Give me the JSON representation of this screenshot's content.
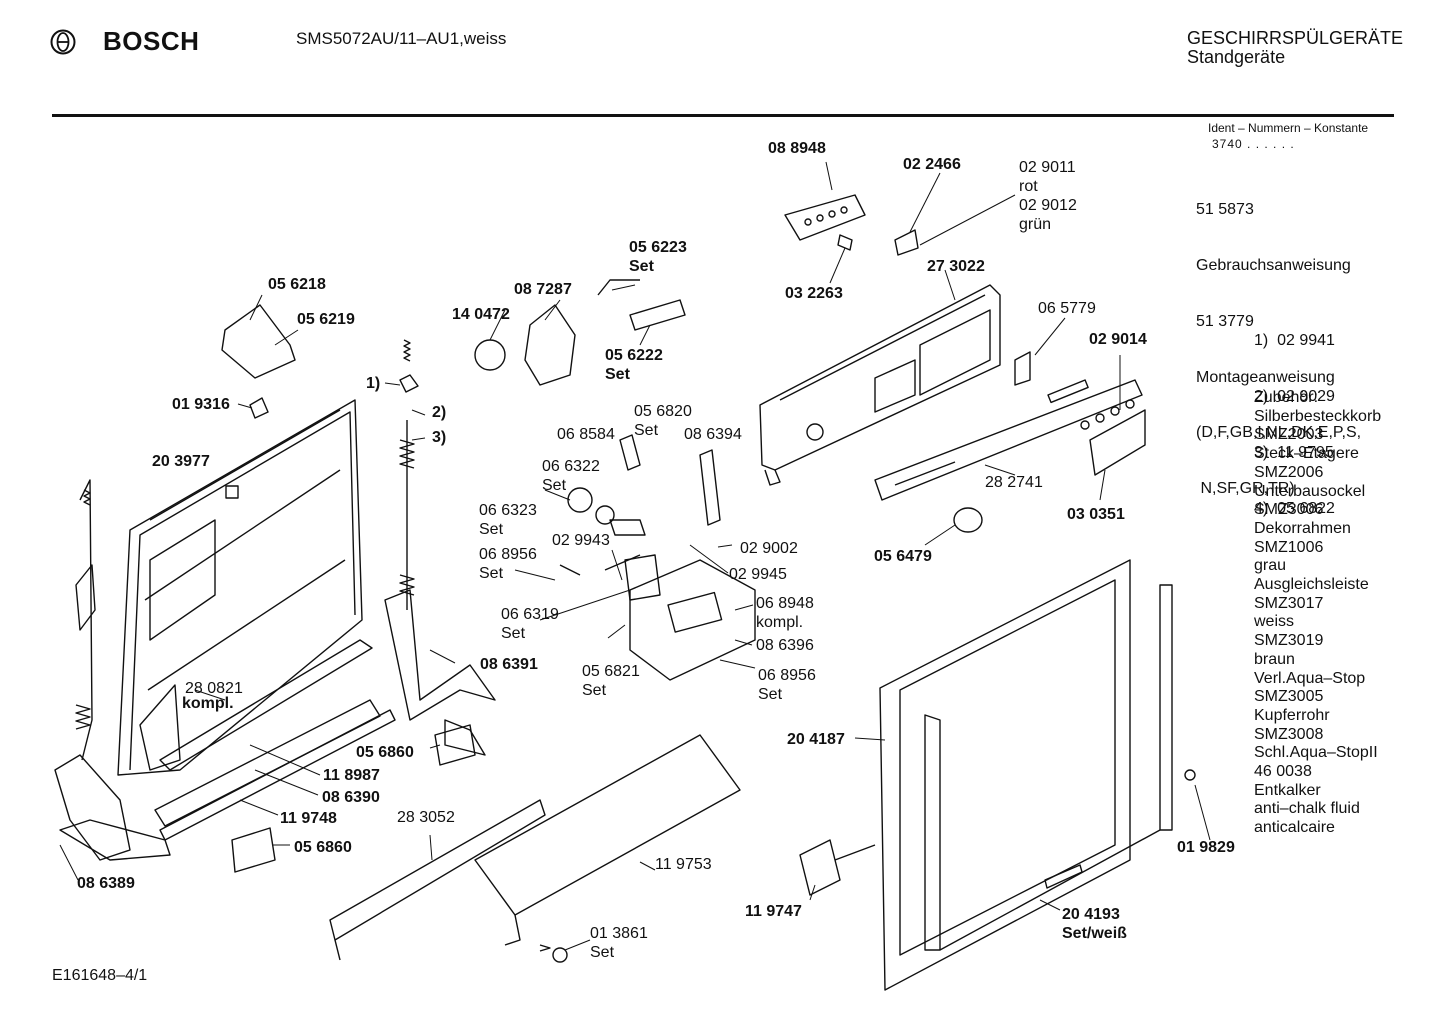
{
  "header": {
    "brand": "BOSCH",
    "model": "SMS5072AU/11–AU1,weiss",
    "category_line1": "GESCHIRRSPÜLGERÄTE",
    "category_line2": "Standgeräte"
  },
  "ident": {
    "heading": "Ident – Nummern – Konstante",
    "value": "3740 . . . . . ."
  },
  "side_list": [
    "51 5873",
    "Gebrauchsanweisung",
    "51 3779",
    "Montageanweisung",
    "(D,F,GB,I,NL,DK,E,P,S,",
    " N,SF,GR,TR)"
  ],
  "notes": [
    "1)  02 9941",
    "2)  02 9029",
    "3)  11 9795",
    "4)  05 6822"
  ],
  "accessories": [
    "Zubehör:",
    "Silberbesteckkorb",
    "SMZ2003",
    "Steck–Etagere",
    "SMZ2006",
    "Unterbausockel",
    "SMZ3006",
    "Dekorrahmen",
    "SMZ1006",
    "grau",
    "Ausgleichsleiste",
    "SMZ3017",
    "weiss",
    "SMZ3019",
    "braun",
    "Verl.Aqua–Stop",
    "SMZ3005",
    "Kupferrohr",
    "SMZ3008",
    "Schl.Aqua–StopII",
    "46 0038",
    "Entkalker",
    "anti–chalk fluid",
    "anticalcaire"
  ],
  "footer": "E161648–4/1",
  "part_labels": [
    {
      "text": "08 8948",
      "bold": true
    },
    {
      "text": "02 2466",
      "bold": true
    },
    {
      "text": "02 9011\nrot\n02 9012\ngrün",
      "bold": false
    },
    {
      "text": "05 6223\nSet",
      "bold": true
    },
    {
      "text": "08 7287",
      "bold": true
    },
    {
      "text": "14 0472",
      "bold": true
    },
    {
      "text": "05 6222\nSet",
      "bold": true
    },
    {
      "text": "03 2263",
      "bold": true
    },
    {
      "text": "27 3022",
      "bold": true
    },
    {
      "text": "05 6218",
      "bold": true
    },
    {
      "text": "05 6219",
      "bold": true
    },
    {
      "text": "1)",
      "bold": true
    },
    {
      "text": "2)",
      "bold": true
    },
    {
      "text": "3)",
      "bold": true
    },
    {
      "text": "01 9316",
      "bold": true
    },
    {
      "text": "20 3977",
      "bold": true
    },
    {
      "text": "06 5779",
      "bold": false
    },
    {
      "text": "02 9014",
      "bold": true
    },
    {
      "text": "05 6820\nSet",
      "bold": false
    },
    {
      "text": "06 8584",
      "bold": false
    },
    {
      "text": "08 6394",
      "bold": false
    },
    {
      "text": "06 6322\nSet",
      "bold": false
    },
    {
      "text": "06 6323\nSet",
      "bold": false
    },
    {
      "text": "06 8956\nSet",
      "bold": false
    },
    {
      "text": "02 9943",
      "bold": false
    },
    {
      "text": "02 9002",
      "bold": false
    },
    {
      "text": "02 9945",
      "bold": false
    },
    {
      "text": "28 2741",
      "bold": false
    },
    {
      "text": "03 0351",
      "bold": true
    },
    {
      "text": "05 6479",
      "bold": true
    },
    {
      "text": "06 6319\nSet",
      "bold": false
    },
    {
      "text": "06 8948\nkompl.",
      "bold": false
    },
    {
      "text": "08 6396",
      "bold": false
    },
    {
      "text": "05 6821\nSet",
      "bold": false
    },
    {
      "text": "06 8956\nSet",
      "bold": false
    },
    {
      "text": "08 6391",
      "bold": true
    },
    {
      "text": "28 0821",
      "bold": false
    },
    {
      "text": "kompl.",
      "bold": true
    },
    {
      "text": "05 6860",
      "bold": true
    },
    {
      "text": "11 8987",
      "bold": true
    },
    {
      "text": "08 6390",
      "bold": true
    },
    {
      "text": "11 9748",
      "bold": true
    },
    {
      "text": "05 6860",
      "bold": true
    },
    {
      "text": "08 6389",
      "bold": true
    },
    {
      "text": "28 3052",
      "bold": false
    },
    {
      "text": "11 9753",
      "bold": false
    },
    {
      "text": "01 3861\nSet",
      "bold": false
    },
    {
      "text": "20 4187",
      "bold": true
    },
    {
      "text": "11 9747",
      "bold": true
    },
    {
      "text": "20 4193\nSet/weiß",
      "bold": true
    },
    {
      "text": "01 9829",
      "bold": true
    }
  ]
}
